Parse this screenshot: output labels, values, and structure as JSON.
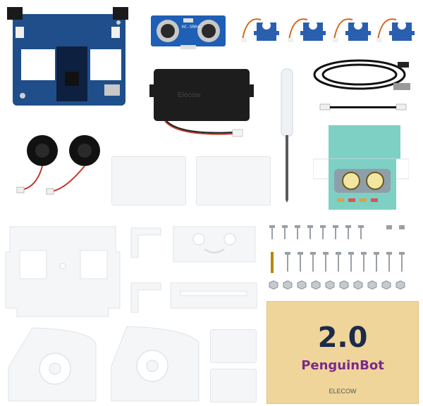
{
  "sensor": {
    "model": "HC-SR04"
  },
  "battery": {
    "brand": "Elecow"
  },
  "manual": {
    "version": "2.0",
    "title": "PenguinBot",
    "brand": "ELECOW"
  },
  "colors": {
    "pcb_blue": "#1f4e8a",
    "servo_blue": "#2a5fb0",
    "acrylic": "#f4f6f8",
    "manual_bg": "#f0d59a",
    "manual_title": "#7a2a8c",
    "face_teal": "#7fd0c4"
  }
}
